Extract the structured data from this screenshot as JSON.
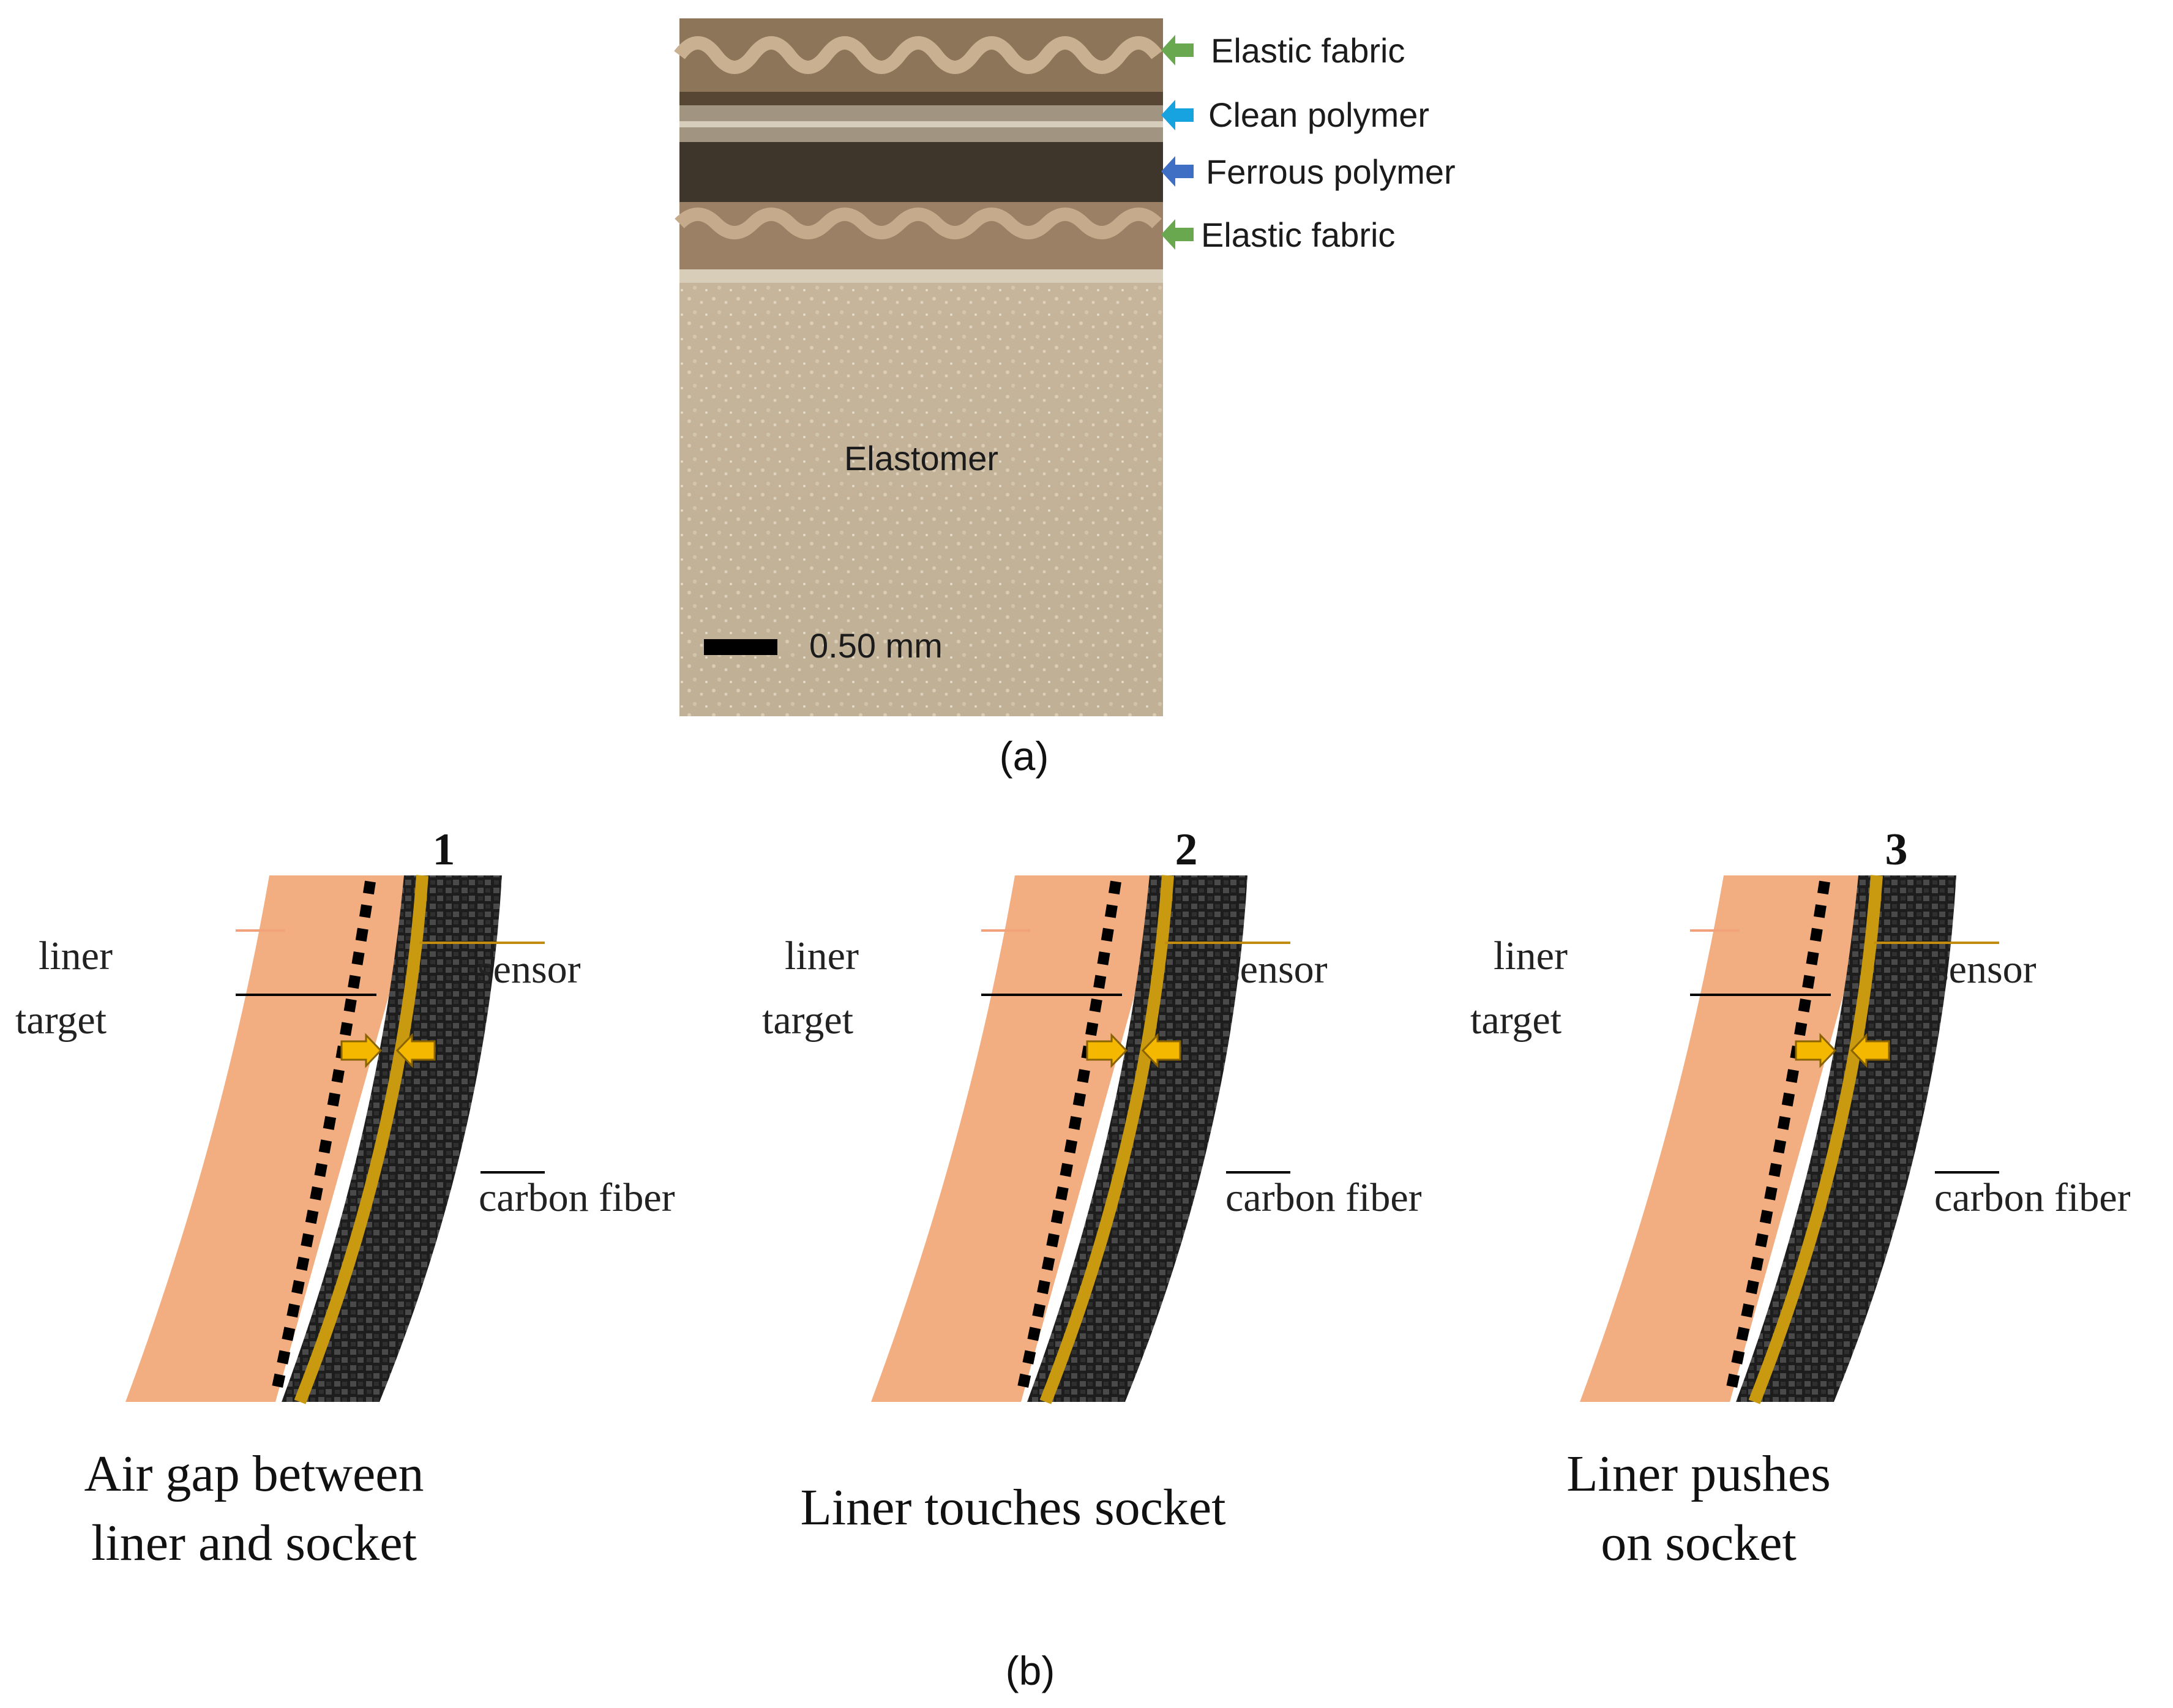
{
  "panel_a": {
    "caption": "(a)",
    "layers": [
      {
        "label": "Elastic fabric",
        "arrow_color": "#6aa84f"
      },
      {
        "label": "Clean polymer",
        "arrow_color": "#16a3e0"
      },
      {
        "label": "Ferrous polymer",
        "arrow_color": "#3f6fc4"
      },
      {
        "label": "Elastic fabric",
        "arrow_color": "#6aa84f"
      }
    ],
    "elastomer_label": "Elastomer",
    "scale_bar_label": "0.50 mm"
  },
  "panel_b": {
    "caption": "(b)",
    "labels": {
      "liner": "liner",
      "target": "target",
      "sensor": "sensor",
      "carbon_fiber": "carbon fiber"
    },
    "states": [
      {
        "number": "1",
        "caption_lines": [
          "Air gap between",
          "liner and socket"
        ]
      },
      {
        "number": "2",
        "caption_lines": [
          "Liner touches socket"
        ]
      },
      {
        "number": "3",
        "caption_lines": [
          "Liner pushes",
          "on socket"
        ]
      }
    ]
  },
  "colors": {
    "liner": "#f2ad80",
    "sensor": "#c99a10",
    "carbon_dark": "#1d1d1d",
    "arrow_fill": "#f5b800",
    "arrow_stroke": "#8a6400",
    "liner_leader": "#f2a27a",
    "sensor_leader": "#c28c10"
  }
}
